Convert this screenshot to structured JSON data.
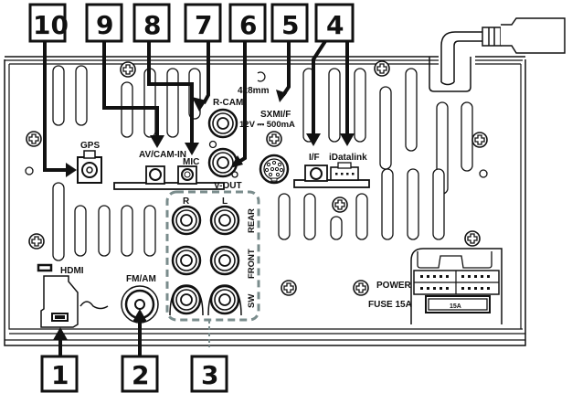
{
  "title": "Rear panel connections",
  "callouts": [
    {
      "number": "1",
      "target": "HDMI"
    },
    {
      "number": "2",
      "target": "FM/AM"
    },
    {
      "number": "3",
      "target": "Preout RCA (REAR/FRONT/SW)"
    },
    {
      "number": "4",
      "target": "I/F and iDatalink"
    },
    {
      "number": "5",
      "target": "SXM I/F"
    },
    {
      "number": "6",
      "target": "V-OUT"
    },
    {
      "number": "7",
      "target": "R-CAM"
    },
    {
      "number": "8",
      "target": "MIC"
    },
    {
      "number": "9",
      "target": "AV/CAM-IN"
    },
    {
      "number": "10",
      "target": "GPS"
    }
  ],
  "labels": {
    "gps": "GPS",
    "av_cam_in": "AV/CAM-IN",
    "mic": "MIC",
    "r_cam": "R-CAM",
    "v_out": "V-OUT",
    "screw_note": "4x8mm",
    "sxm_if": "SXMI/F",
    "sxm_rating": "12V ⎓ 500mA",
    "if": "I/F",
    "idatalink": "iDatalink",
    "hdmi": "HDMI",
    "fm_am": "FM/AM",
    "r": "R",
    "l": "L",
    "rear": "REAR",
    "front": "FRONT",
    "sw": "SW",
    "power": "POWER",
    "fuse": "FUSE 15A",
    "fuse_value": "15A"
  },
  "colors": {
    "line": "#111111",
    "group_dash": "#7a8c8c"
  }
}
